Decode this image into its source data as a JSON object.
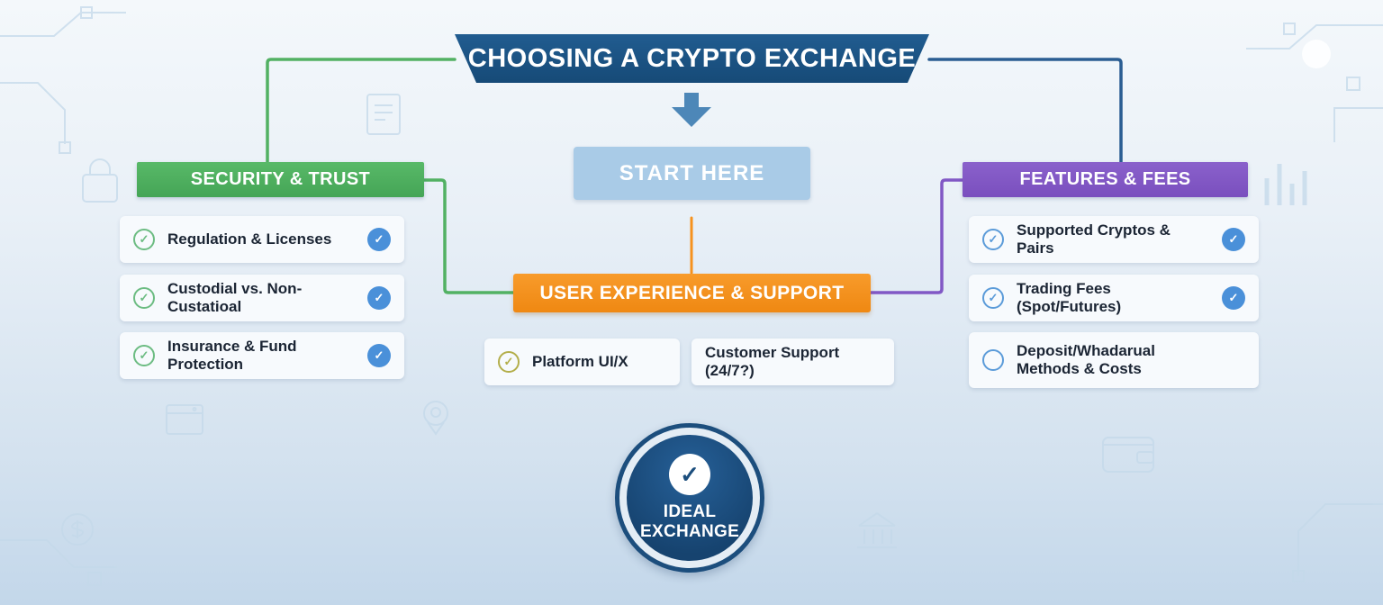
{
  "title": {
    "label": "CHOOSING A CRYPTO EXCHANGE"
  },
  "start": {
    "label": "START HERE"
  },
  "icons": {
    "check": "✓"
  },
  "colors": {
    "banner_blue": "#1a4e7e",
    "arrow_blue": "#4d87b8",
    "start_blue": "#a9cbe7",
    "green": "#4caf5f",
    "orange": "#f6921e",
    "purple": "#8158c5",
    "check_blue": "#4a90d9"
  },
  "branches": {
    "security": {
      "header": "SECURITY & TRUST",
      "items": [
        {
          "label": "Regulation & Licenses",
          "left_icon": "check-circle-outline",
          "right_icon": "check-circle-solid"
        },
        {
          "label": "Custodial vs. Non-Custatioal",
          "left_icon": "check-circle-outline",
          "right_icon": "check-circle-solid"
        },
        {
          "label": "Insurance & Fund Protection",
          "left_icon": "check-circle-outline",
          "right_icon": "check-circle-solid"
        }
      ]
    },
    "experience": {
      "header": "USER EXPERIENCE & SUPPORT",
      "items": [
        {
          "label": "Platform UI/X",
          "left_icon": "check-circle-outline"
        },
        {
          "label": "Customer Support (24/7?)"
        }
      ]
    },
    "features": {
      "header": "FEATURES & FEES",
      "items": [
        {
          "label": "Supported Cryptos & Pairs",
          "left_icon": "check-circle-outline",
          "right_icon": "check-circle-solid"
        },
        {
          "label": "Trading Fees (Spot/Futures)",
          "left_icon": "check-circle-outline",
          "right_icon": "check-circle-solid"
        },
        {
          "label": "Deposit/Whadarual Methods & Costs",
          "left_icon": "circle-outline"
        }
      ]
    }
  },
  "result": {
    "label": "IDEAL EXCHANGE"
  }
}
